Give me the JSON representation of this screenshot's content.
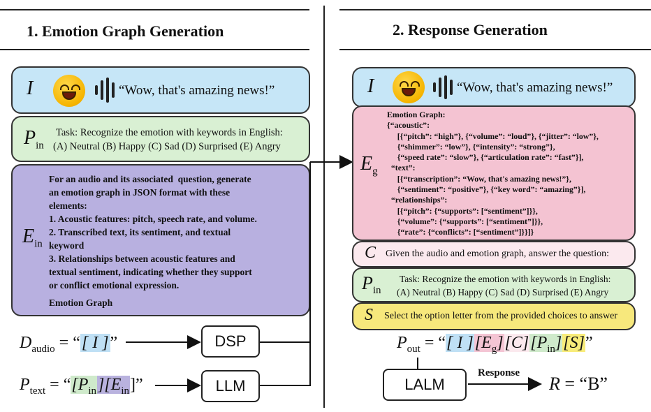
{
  "left": {
    "title": "1. Emotion Graph Generation",
    "input_symbol": "I",
    "quote": "“Wow, that's amazing news!”",
    "p_symbol": "P",
    "p_sub": "in",
    "p_line1": "Task: Recognize the emotion with keywords in English:",
    "p_line2": "(A) Neutral (B) Happy (C) Sad (D) Surprised (E) Angry",
    "e_symbol": "E",
    "e_sub": "in",
    "e_text": "For an audio and its associated  question, generate\nan emotion graph in JSON format with these\nelements:\n1. Acoustic features: pitch, speech rate, and volume.\n2. Transcribed text, its sentiment, and textual\nkeyword\n3. Relationships between acoustic features and\ntextual sentiment, indicating whether they support\nor conflict emotional expression.",
    "e_footer": "Emotion Graph",
    "d_label": "D",
    "d_sub": "audio",
    "d_eq": "= “",
    "d_I": "[ I ]",
    "d_close": "”",
    "dsp": "DSP",
    "pt_label": "P",
    "pt_sub": "text",
    "pt_eq": "= “",
    "pt_pin": "[P",
    "pt_pin_sub": "in",
    "pt_ein": "][E",
    "pt_ein_sub": "in",
    "pt_close": "]”",
    "llm": "LLM"
  },
  "right": {
    "title": "2. Response Generation",
    "input_symbol": "I",
    "quote": "“Wow, that's amazing news!”",
    "eg_symbol": "E",
    "eg_sub": "g",
    "graph_text": "Emotion Graph:\n{“acoustic”:\n     [{“pitch”: “high”}, {“volume”: “loud”}, {“jitter”: “low”},\n     {“shimmer”: “low”}, {“intensity”: “strong”},\n     {“speed rate”: “slow”}, {“articulation rate”: “fast”}],\n  “text”:\n     [{“transcription”: “Wow, that's amazing news!”},\n     {“sentiment”: “positive”}, {“key word”: “amazing”}],\n  “relationships”:\n     [{“pitch”: {“supports”: [“sentiment”]}},\n     {“volume”: {“supports”: [“sentiment”]}},\n     {“rate”: {“conflicts”: [“sentiment”]}}]}",
    "c_symbol": "C",
    "c_text": "Given the audio and emotion graph, answer the question:",
    "p_symbol": "P",
    "p_sub": "in",
    "p_line1": "Task: Recognize the emotion with keywords in English:",
    "p_line2": "(A) Neutral (B) Happy (C) Sad (D) Surprised (E) Angry",
    "s_symbol": "S",
    "s_text": "Select the option letter from the provided choices to answer",
    "pout_label": "P",
    "pout_sub": "out",
    "pout_eq": "= “",
    "pout_I": "[ I ]",
    "pout_Eg": "[E",
    "pout_Eg_sub": "g",
    "pout_Eg_close": "]",
    "pout_C": "[C]",
    "pout_P": "[P",
    "pout_P_sub": "in",
    "pout_P_close": "]",
    "pout_S": "[S]",
    "pout_close": "”",
    "lalm": "LALM",
    "response": "Response",
    "r_label": "R",
    "r_value": "= “B”"
  },
  "colors": {
    "blue": "#c6e6f7",
    "green": "#d9f0d3",
    "purple": "#b8b0e0",
    "pink": "#f4c3d2",
    "light_pink": "#fbe9ee",
    "yellow": "#f7e87c"
  }
}
